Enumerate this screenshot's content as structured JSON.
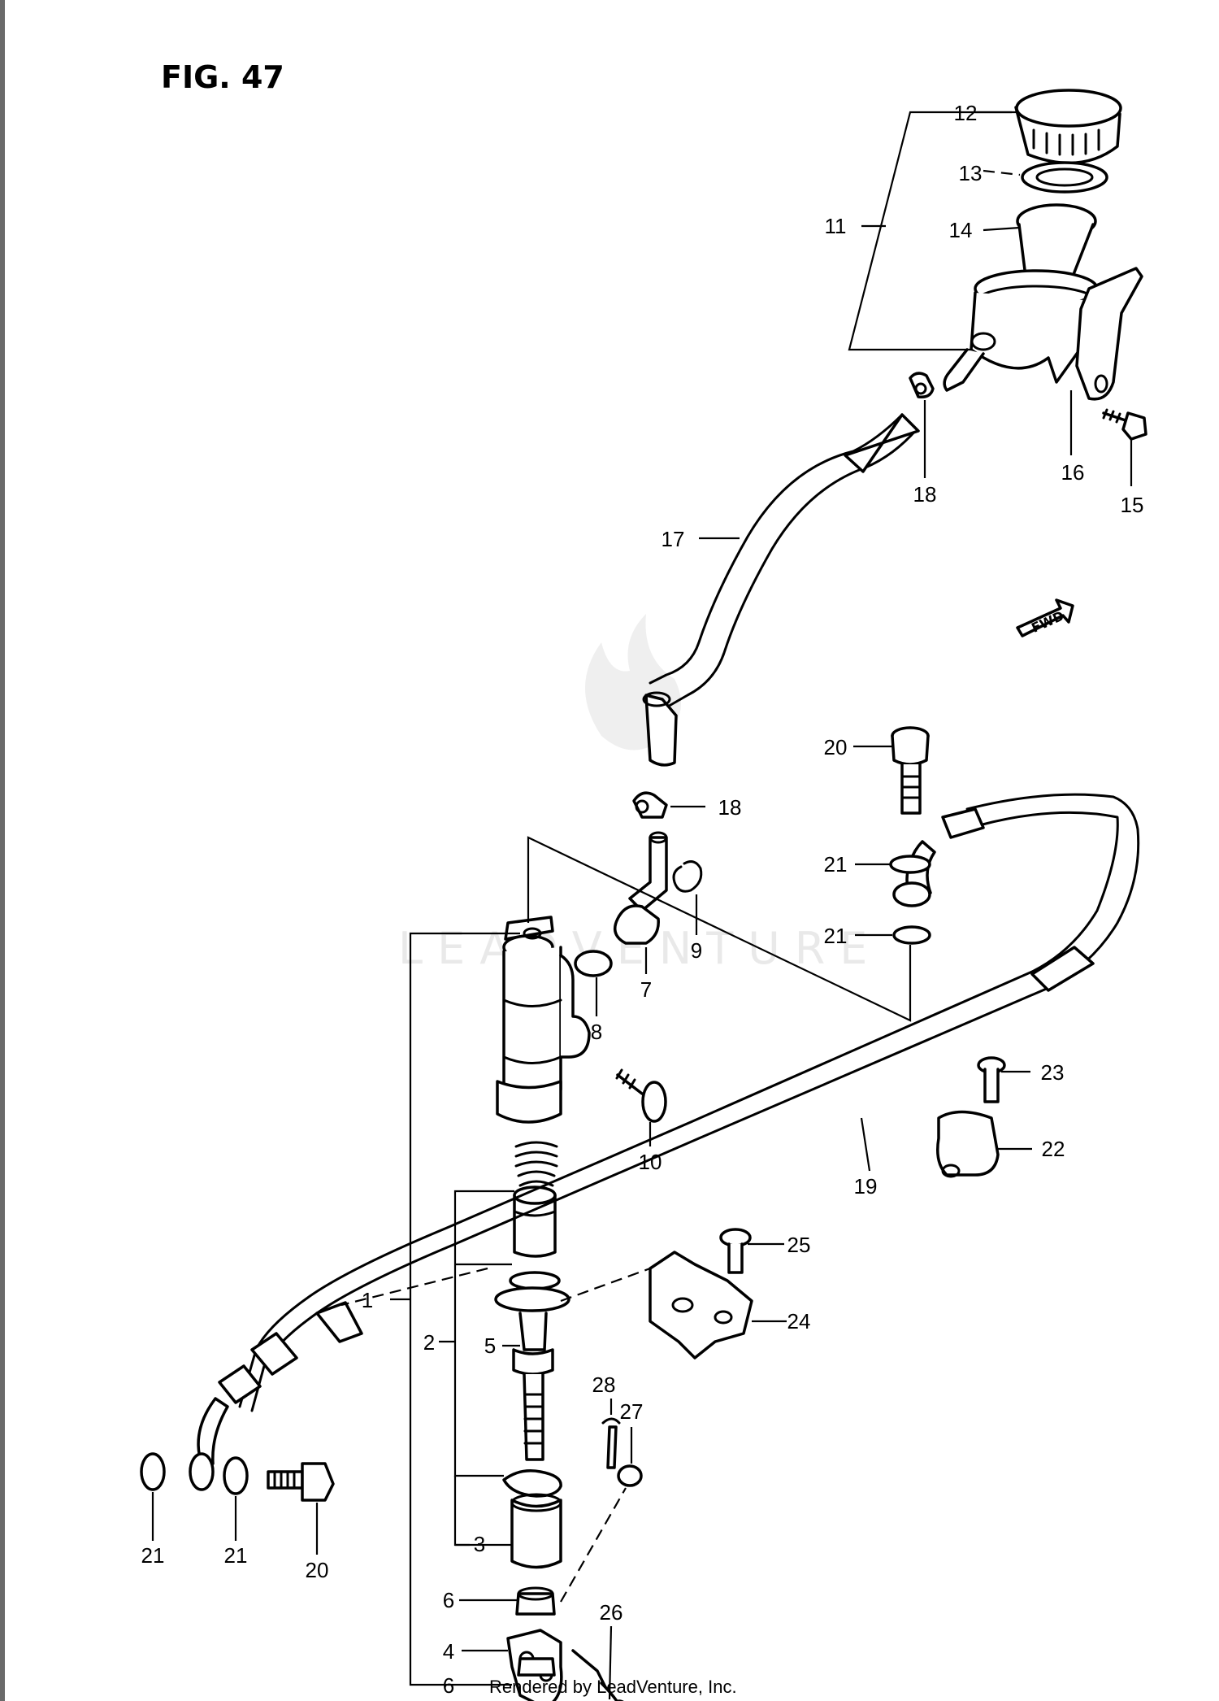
{
  "figure": {
    "title": "FIG. 47"
  },
  "watermark": {
    "text": "LEADVENTURE"
  },
  "footer": {
    "text": "Rendered by LeadVenture, Inc."
  },
  "direction_marker": {
    "text": "FWD",
    "icon": "forward-arrow-icon"
  },
  "callouts": {
    "c1": "1",
    "c2": "2",
    "c3": "3",
    "c4": "4",
    "c5": "5",
    "c6a": "6",
    "c6b": "6",
    "c7": "7",
    "c8": "8",
    "c9": "9",
    "c10": "10",
    "c11": "11",
    "c12": "12",
    "c13": "13",
    "c14": "14",
    "c15": "15",
    "c16": "16",
    "c17": "17",
    "c18a": "18",
    "c18b": "18",
    "c19": "19",
    "c20a": "20",
    "c20b": "20",
    "c21a": "21",
    "c21b": "21",
    "c21c": "21",
    "c21d": "21",
    "c22": "22",
    "c23": "23",
    "c24": "24",
    "c25": "25",
    "c26": "26",
    "c27": "27",
    "c28": "28"
  }
}
